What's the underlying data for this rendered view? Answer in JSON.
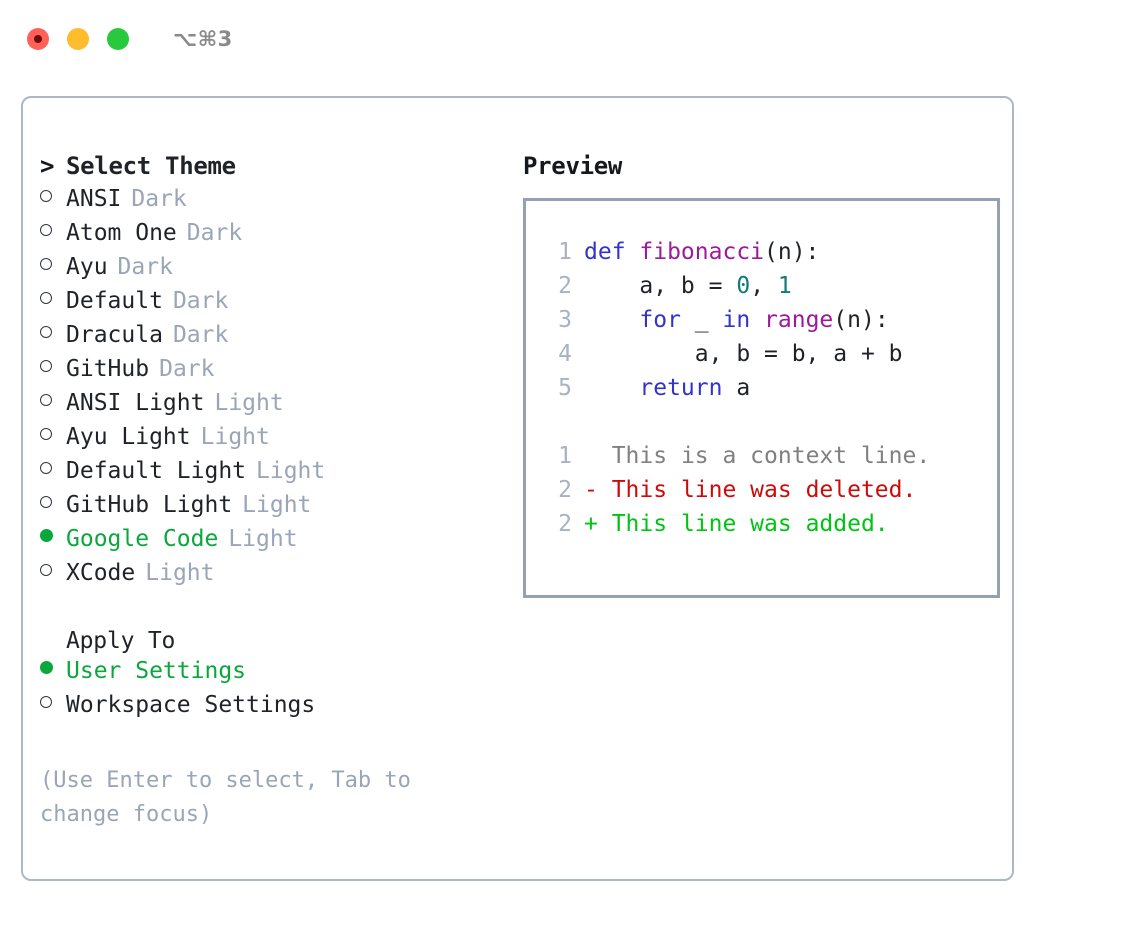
{
  "titlebar": {
    "traffic_lights": [
      "close-recording",
      "minimize",
      "maximize"
    ],
    "shortcut": "⌥⌘3",
    "colors": {
      "red": "#ff6159",
      "yellow": "#ffbd2e",
      "green": "#28c93f"
    }
  },
  "theme_picker": {
    "heading_caret": ">",
    "heading": "Select Theme",
    "items": [
      {
        "bullet": "○",
        "name": "ANSI",
        "tag": "Dark",
        "selected": false
      },
      {
        "bullet": "○",
        "name": "Atom One",
        "tag": "Dark",
        "selected": false
      },
      {
        "bullet": "○",
        "name": "Ayu",
        "tag": "Dark",
        "selected": false
      },
      {
        "bullet": "○",
        "name": "Default",
        "tag": "Dark",
        "selected": false
      },
      {
        "bullet": "○",
        "name": "Dracula",
        "tag": "Dark",
        "selected": false
      },
      {
        "bullet": "○",
        "name": "GitHub",
        "tag": "Dark",
        "selected": false
      },
      {
        "bullet": "○",
        "name": "ANSI Light",
        "tag": "Light",
        "selected": false
      },
      {
        "bullet": "○",
        "name": "Ayu Light",
        "tag": "Light",
        "selected": false
      },
      {
        "bullet": "○",
        "name": "Default Light",
        "tag": "Light",
        "selected": false
      },
      {
        "bullet": "○",
        "name": "GitHub Light",
        "tag": "Light",
        "selected": false
      },
      {
        "bullet": "●",
        "name": "Google Code",
        "tag": "Light",
        "selected": true
      },
      {
        "bullet": "○",
        "name": "XCode",
        "tag": "Light",
        "selected": false
      }
    ]
  },
  "apply_to": {
    "title": "Apply To",
    "items": [
      {
        "bullet": "●",
        "name": "User Settings",
        "selected": true
      },
      {
        "bullet": "○",
        "name": "Workspace Settings",
        "selected": false
      }
    ]
  },
  "hint": "(Use Enter to select, Tab to change focus)",
  "preview": {
    "title": "Preview",
    "code_lines": [
      {
        "num": "1",
        "tokens": [
          {
            "t": "def ",
            "c": "kw"
          },
          {
            "t": "fibonacci",
            "c": "fn"
          },
          {
            "t": "(n):",
            "c": "punc"
          }
        ]
      },
      {
        "num": "2",
        "tokens": [
          {
            "t": "    a, b = ",
            "c": "var"
          },
          {
            "t": "0",
            "c": "num"
          },
          {
            "t": ", ",
            "c": "punc"
          },
          {
            "t": "1",
            "c": "num"
          }
        ]
      },
      {
        "num": "3",
        "tokens": [
          {
            "t": "    for",
            "c": "kw"
          },
          {
            "t": " _ ",
            "c": "var"
          },
          {
            "t": "in",
            "c": "kw"
          },
          {
            "t": " ",
            "c": "var"
          },
          {
            "t": "range",
            "c": "fn"
          },
          {
            "t": "(n):",
            "c": "punc"
          }
        ]
      },
      {
        "num": "4",
        "tokens": [
          {
            "t": "        a, b = b, a + b",
            "c": "var"
          }
        ]
      },
      {
        "num": "5",
        "tokens": [
          {
            "t": "    return",
            "c": "kw"
          },
          {
            "t": " a",
            "c": "var"
          }
        ]
      }
    ],
    "diff_lines": [
      {
        "num": "1",
        "marker": " ",
        "text": " This is a context line.",
        "kind": "ctx"
      },
      {
        "num": "2",
        "marker": "-",
        "text": " This line was deleted.",
        "kind": "del"
      },
      {
        "num": "2",
        "marker": "+",
        "text": " This line was added.",
        "kind": "add"
      }
    ]
  },
  "colors": {
    "keyword": "#3333cc",
    "function": "#9c1a9c",
    "number": "#0f7b7b",
    "text": "#1f2328",
    "line_number": "#a8b2c0",
    "tag_muted": "#9aa5b8",
    "selected_green": "#0aa83c",
    "diff_context": "#808080",
    "diff_deleted": "#cc0b0b",
    "diff_added": "#00c413",
    "panel_border": "#aeb7c6",
    "preview_border": "#93a1b3"
  }
}
